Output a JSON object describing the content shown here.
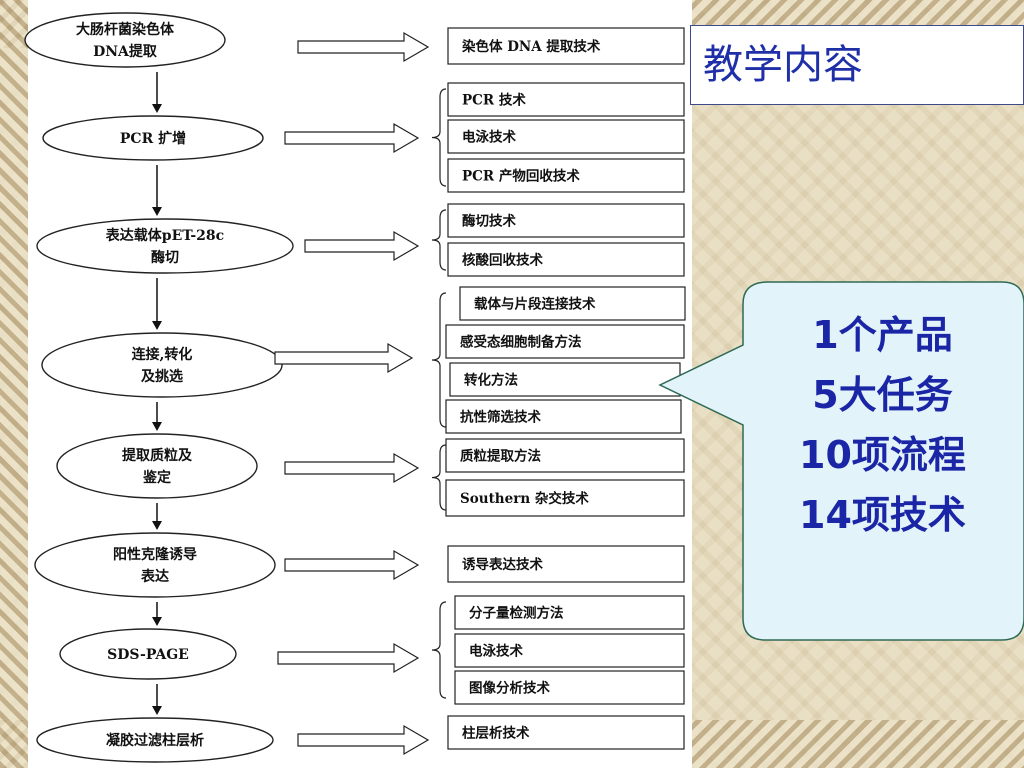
{
  "title": "教学内容",
  "steps": [
    {
      "lines": [
        "大肠杆菌染色体",
        "DNA提取"
      ]
    },
    {
      "lines": [
        "PCR 扩增"
      ]
    },
    {
      "lines": [
        "表达载体pET-28c",
        "酶切"
      ]
    },
    {
      "lines": [
        "连接,转化",
        "及挑选"
      ]
    },
    {
      "lines": [
        "提取质粒及",
        "鉴定"
      ]
    },
    {
      "lines": [
        "阳性克隆诱导",
        "表达"
      ]
    },
    {
      "lines": [
        "SDS-PAGE"
      ]
    },
    {
      "lines": [
        "凝胶过滤柱层析"
      ]
    }
  ],
  "techniques": [
    [
      "染色体 DNA 提取技术"
    ],
    [
      "PCR 技术",
      "电泳技术",
      "PCR 产物回收技术"
    ],
    [
      "酶切技术",
      "核酸回收技术"
    ],
    [
      "载体与片段连接技术",
      "感受态细胞制备方法",
      "转化方法",
      "抗性筛选技术"
    ],
    [
      "质粒提取方法",
      "Southern 杂交技术"
    ],
    [
      "诱导表达技术"
    ],
    [
      "分子量检测方法",
      "电泳技术",
      "图像分析技术"
    ],
    [
      "柱层析技术"
    ]
  ],
  "summary": [
    "1个产品",
    "5大任务",
    "10项流程",
    "14项技术"
  ],
  "colors": {
    "accent_blue": "#1a26a6",
    "callout_fill": "#e3f3fa",
    "callout_stroke": "#2f6a55"
  }
}
